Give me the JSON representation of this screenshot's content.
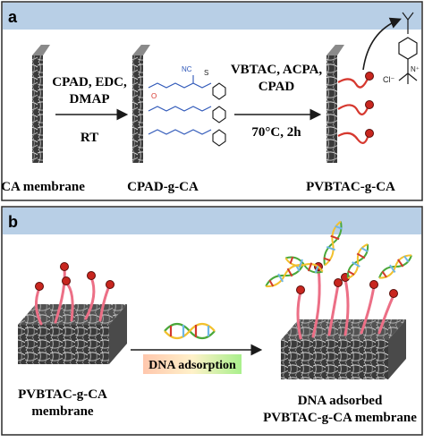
{
  "colors": {
    "panel_header": "#b8cfe6",
    "panel_border": "#2b2b2b",
    "chain_red": "#d6382f",
    "chain_pink": "#ec6f86",
    "bead_red": "#c8261f",
    "chem_blue": "#2d56b8",
    "gradient_left": "#ffc7ad",
    "gradient_right": "#a9f08c",
    "dna_yellow": "#f2c12e",
    "dna_green": "#4aa83a",
    "dna_red": "#d23a2c",
    "dna_blue": "#6db6e6"
  },
  "panel_a": {
    "label": "a",
    "step1": {
      "line1": "CPAD, EDC,",
      "line2": "DMAP",
      "condition": "RT"
    },
    "step2": {
      "line1": "VBTAC, ACPA,",
      "line2": "CPAD",
      "condition": "70°C, 2h"
    },
    "captions": [
      "CA membrane",
      "CPAD-g-CA",
      "PVBTAC-g-CA"
    ],
    "chem": {
      "o": "O",
      "nc": "NC",
      "s": "S",
      "cl": "Cl⁻",
      "n": "N⁺"
    }
  },
  "panel_b": {
    "label": "b",
    "arrow_label": "DNA adsorption",
    "left_caption": {
      "line1": "PVBTAC-g-CA",
      "line2": "membrane"
    },
    "right_caption": {
      "line1": "DNA adsorbed",
      "line2": "PVBTAC-g-CA membrane"
    }
  }
}
